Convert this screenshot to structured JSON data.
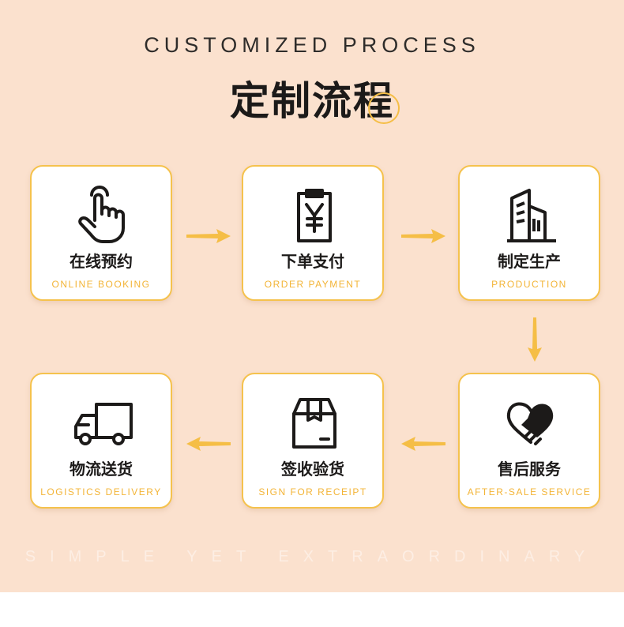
{
  "header": {
    "title_en": "CUSTOMIZED PROCESS",
    "title_cn": "定制流程"
  },
  "steps": [
    {
      "cn": "在线预约",
      "en": "ONLINE BOOKING",
      "icon": "hand-pointer-icon"
    },
    {
      "cn": "下单支付",
      "en": "ORDER PAYMENT",
      "icon": "yen-payment-icon"
    },
    {
      "cn": "制定生产",
      "en": "PRODUCTION",
      "icon": "factory-buildings-icon"
    },
    {
      "cn": "售后服务",
      "en": "AFTER-SALE SERVICE",
      "icon": "heart-handshake-icon"
    },
    {
      "cn": "签收验货",
      "en": "SIGN FOR RECEIPT",
      "icon": "package-box-icon"
    },
    {
      "cn": "物流送货",
      "en": "LOGISTICS DELIVERY",
      "icon": "delivery-truck-icon"
    }
  ],
  "footer": {
    "slogan": "SIMPLE YET EXTRAORDINARY"
  },
  "colors": {
    "background": "#fbe1ce",
    "accent": "#f5be46",
    "text": "#1c1a19"
  }
}
